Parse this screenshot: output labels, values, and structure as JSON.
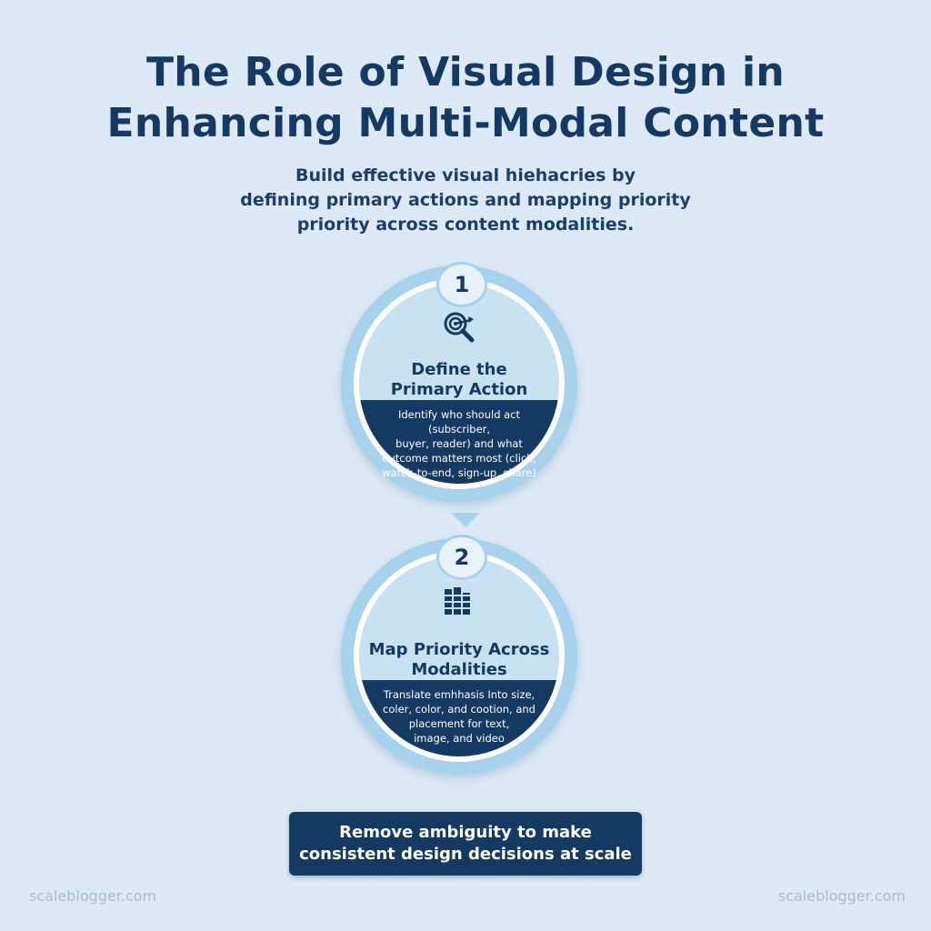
{
  "header": {
    "title_lines": [
      "The Role of Visual Design in",
      "Enhancing Multi-Modal Content"
    ],
    "subtitle_lines": [
      "Build effective visual hiehacries by",
      "defining primary actions and mapping priority",
      "priority across content modalities."
    ]
  },
  "steps": [
    {
      "number": "1",
      "icon": "target-magnifier-icon",
      "title_lines": [
        "Define the",
        "Primary Action"
      ],
      "description_lines": [
        "Identify who should act (subscriber,",
        "buyer, reader) and what",
        "outcome matters most (click,",
        "watch-to-end, sign-up, share)"
      ]
    },
    {
      "number": "2",
      "icon": "bar-blocks-icon",
      "title_lines": [
        "Map Priority Across",
        "Modalities"
      ],
      "description_lines": [
        "Translate emhhasis Into size,",
        "coler, color, and cootion, and",
        "placement for text,",
        "image, and video"
      ]
    }
  ],
  "footer": {
    "lines": [
      "Remove ambiguity to make",
      "consistent design decisions at scale"
    ]
  },
  "watermarks": [
    "scaleblogger.com",
    "scaleblogger.com"
  ],
  "colors": {
    "background": "#dde9f6",
    "navy": "#153a62",
    "ring": "#a6d2ec",
    "disc": "#c9e2f2"
  }
}
